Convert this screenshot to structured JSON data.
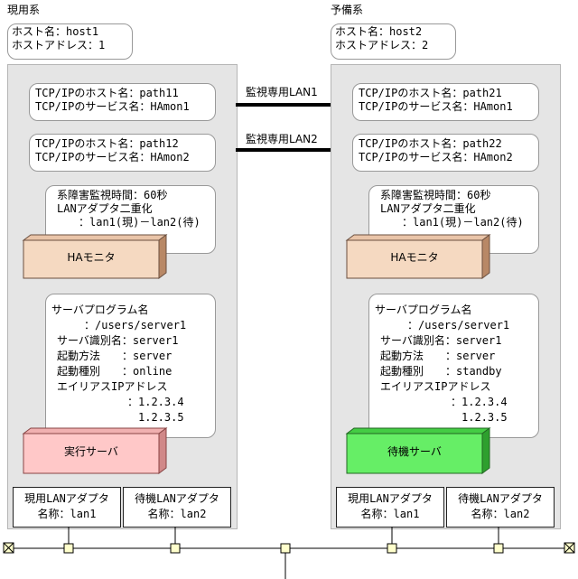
{
  "primary": {
    "system_title": "現用系",
    "host_name": "ホスト名：host1",
    "host_address": "ホストアドレス：1",
    "tcpip_lan1": {
      "host": "TCP/IPのホスト名：path11",
      "service": "TCP/IPのサービス名：HAmon1"
    },
    "tcpip_lan2": {
      "host": "TCP/IPのホスト名：path12",
      "service": "TCP/IPのサービス名：HAmon2"
    },
    "monitor_info": [
      "系障害監視時間：60秒",
      "LANアダプタ二重化",
      "　：lan1(現)－lan2(待)"
    ],
    "ha_monitor_label": "HAモニタ",
    "server_info": [
      "サーバプログラム名",
      "　　：/users/server1",
      "サーバ識別名：server1",
      "起動方法　　：server",
      "起動種別　　：online",
      "エイリアスIPアドレス",
      "　　　：1.2.3.4",
      "　　　　1.2.3.5"
    ],
    "server_label": "実行サーバ",
    "adapter_active": [
      "現用LANアダプタ",
      "名称：lan1"
    ],
    "adapter_standby": [
      "待機LANアダプタ",
      "名称：lan2"
    ]
  },
  "secondary": {
    "system_title": "予備系",
    "host_name": "ホスト名：host2",
    "host_address": "ホストアドレス：2",
    "tcpip_lan1": {
      "host": "TCP/IPのホスト名：path21",
      "service": "TCP/IPのサービス名：HAmon1"
    },
    "tcpip_lan2": {
      "host": "TCP/IPのホスト名：path22",
      "service": "TCP/IPのサービス名：HAmon2"
    },
    "monitor_info": [
      "系障害監視時間：60秒",
      "LANアダプタ二重化",
      "　：lan1(現)－lan2(待)"
    ],
    "ha_monitor_label": "HAモニタ",
    "server_info": [
      "サーバプログラム名",
      "　　：/users/server1",
      "サーバ識別名：server1",
      "起動方法　　：server",
      "起動種別　　：standby",
      "エイリアスIPアドレス",
      "　　　：1.2.3.4",
      "　　　　1.2.3.5"
    ],
    "server_label": "待機サーバ",
    "adapter_active": [
      "現用LANアダプタ",
      "名称：lan1"
    ],
    "adapter_standby": [
      "待機LANアダプタ",
      "名称：lan2"
    ]
  },
  "links": {
    "lan1": "監視専用LAN1",
    "lan2": "監視専用LAN2"
  },
  "colors": {
    "panel": "#e5e5e5",
    "ha_monitor": "#f5d9c1",
    "active_server": "#ffc8c8",
    "standby_server": "#66ee66",
    "node": "#ffffcc"
  }
}
